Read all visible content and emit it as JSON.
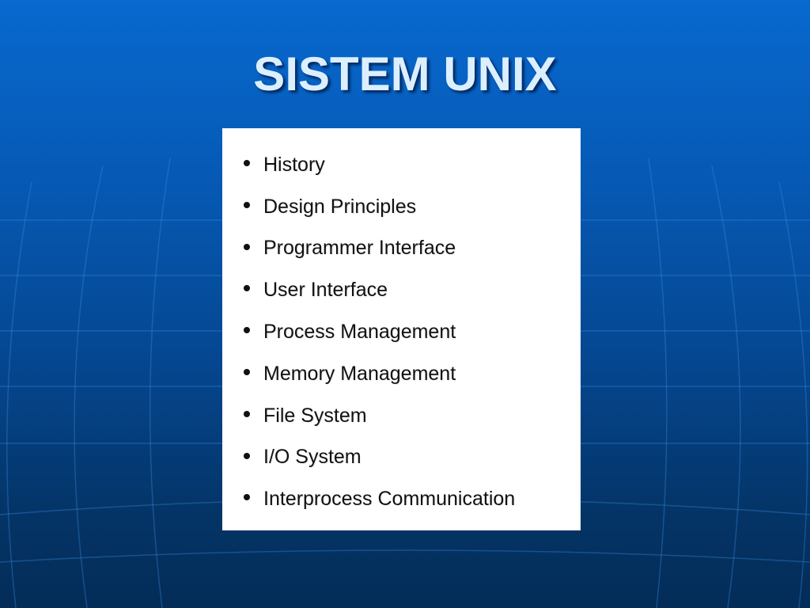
{
  "slide": {
    "title": "SISTEM UNIX",
    "topics": [
      "History",
      "Design Principles",
      "Programmer Interface",
      "User Interface",
      "Process Management",
      "Memory Management",
      "File System",
      "I/O System",
      "Interprocess Communication"
    ]
  },
  "colors": {
    "background_top": "#0869cf",
    "background_bottom": "#032c58",
    "title": "#dcefff",
    "box": "#ffffff",
    "text": "#111111"
  }
}
